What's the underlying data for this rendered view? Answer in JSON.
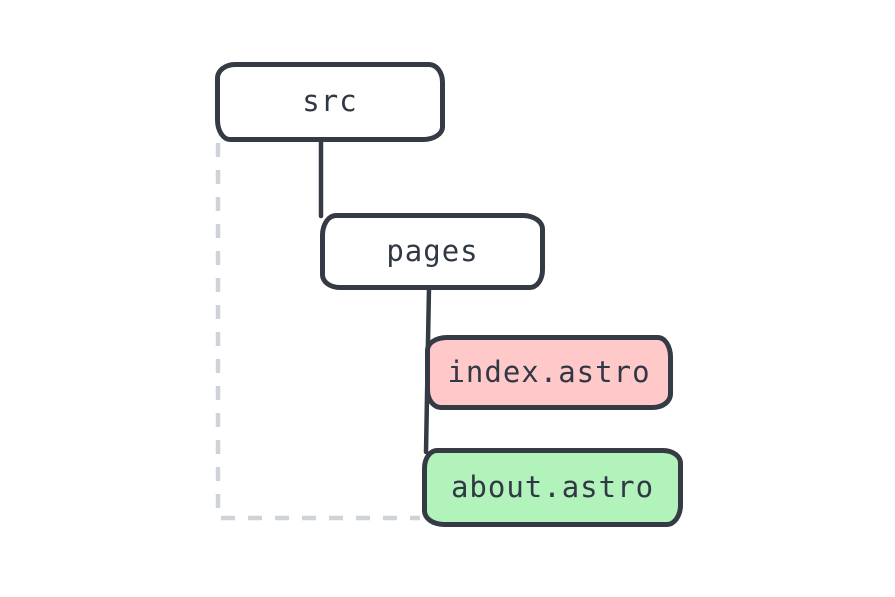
{
  "diagram": {
    "type": "file-tree",
    "nodes": [
      {
        "id": "src",
        "label": "src",
        "kind": "folder",
        "fill": "#ffffff",
        "stroke": "#343b45"
      },
      {
        "id": "pages",
        "label": "pages",
        "kind": "folder",
        "fill": "#ffffff",
        "stroke": "#343b45"
      },
      {
        "id": "index-astro",
        "label": "index.astro",
        "kind": "file",
        "fill": "#ffc9c9",
        "stroke": "#343b45"
      },
      {
        "id": "about-astro",
        "label": "about.astro",
        "kind": "file",
        "fill": "#b2f2bb",
        "stroke": "#343b45"
      }
    ],
    "edges": [
      {
        "from": "src",
        "to": "pages",
        "style": "solid"
      },
      {
        "from": "pages",
        "to": "index-astro",
        "style": "solid"
      },
      {
        "from": "pages",
        "to": "about-astro",
        "style": "solid"
      },
      {
        "from": "src",
        "to": "about-astro",
        "style": "dashed"
      }
    ],
    "colors": {
      "stroke": "#343b45",
      "text": "#313845",
      "dashed_line": "#ced3da",
      "index_fill": "#ffc9c9",
      "about_fill": "#b2f2bb",
      "background": "#ffffff"
    }
  }
}
